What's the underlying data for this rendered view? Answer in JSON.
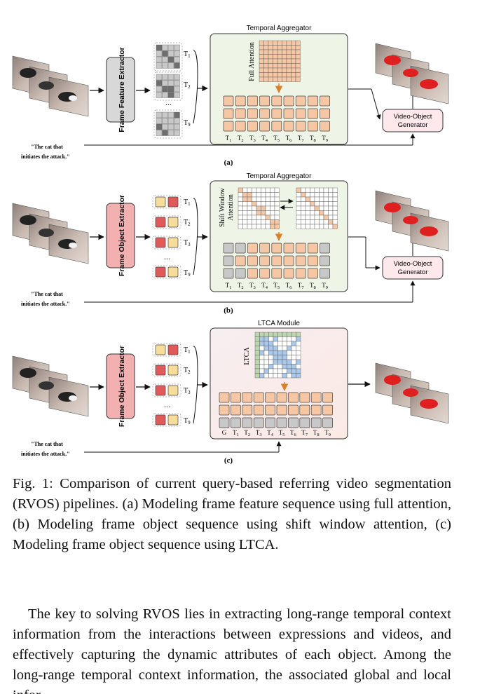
{
  "figure": {
    "panel_a": {
      "extractor": "Frame Feature Extractor",
      "aggregator_title": "Temporal Aggregator",
      "attention_label": "Full Attention",
      "generator": "Video-Object Generator",
      "expression_line1": "\"The cat that",
      "expression_line2": "initiates the attack.\"",
      "frame_labels": [
        "T1",
        "T2",
        "T9"
      ],
      "sequence_labels": [
        "T1",
        "T2",
        "T3",
        "T4",
        "T5",
        "T6",
        "T7",
        "T8",
        "T9"
      ],
      "label": "(a)"
    },
    "panel_b": {
      "extractor": "Frame Object Extractor",
      "aggregator_title": "Temporal Aggregator",
      "attention_label_line1": "Shift Window",
      "attention_label_line2": "Attention",
      "generator": "Video-Object Generator",
      "expression_line1": "\"The cat that",
      "expression_line2": "initiates the attack.\"",
      "frame_labels": [
        "T1",
        "T2",
        "T3",
        "T9"
      ],
      "sequence_labels": [
        "T1",
        "T2",
        "T3",
        "T4",
        "T5",
        "T6",
        "T7",
        "T8",
        "T9"
      ],
      "label": "(b)"
    },
    "panel_c": {
      "extractor": "Frame Object Extractor",
      "module_title": "LTCA Module",
      "attention_label": "LTCA",
      "expression_line1": "\"The cat that",
      "expression_line2": "initiates the attack.\"",
      "frame_labels": [
        "T1",
        "T2",
        "T3",
        "T9"
      ],
      "sequence_labels": [
        "G",
        "T1",
        "T2",
        "T3",
        "T4",
        "T5",
        "T6",
        "T7",
        "T8",
        "T9"
      ],
      "label": "(c)"
    },
    "ellipsis": "...",
    "colors": {
      "orange_cell": "#f6c7a4",
      "red_cell": "#e05a5a",
      "yellow_cell": "#f7dc9a",
      "gray_cell": "#c8c8c8",
      "blue_cell": "#a9c8ea",
      "green_cell": "#bcd7b0",
      "panel_green": "#eef5e6",
      "extractor_gray": "#d8d8d8",
      "extractor_red": "#f3b0b0",
      "generator_pink": "#fde8ec",
      "arrow_orange": "#d9822b"
    }
  },
  "caption": "Fig. 1: Comparison of current query-based referring video segmentation (RVOS) pipelines. (a) Modeling frame feature sequence using full attention, (b) Modeling frame object sequence using shift window attention, (c) Modeling frame object sequence using LTCA.",
  "paragraph": "The key to solving RVOS lies in extracting long-range temporal context information from the interactions between expressions and videos, and effectively capturing the dynamic attributes of each object. Among the long-range temporal context information, the associated global and local infor-"
}
